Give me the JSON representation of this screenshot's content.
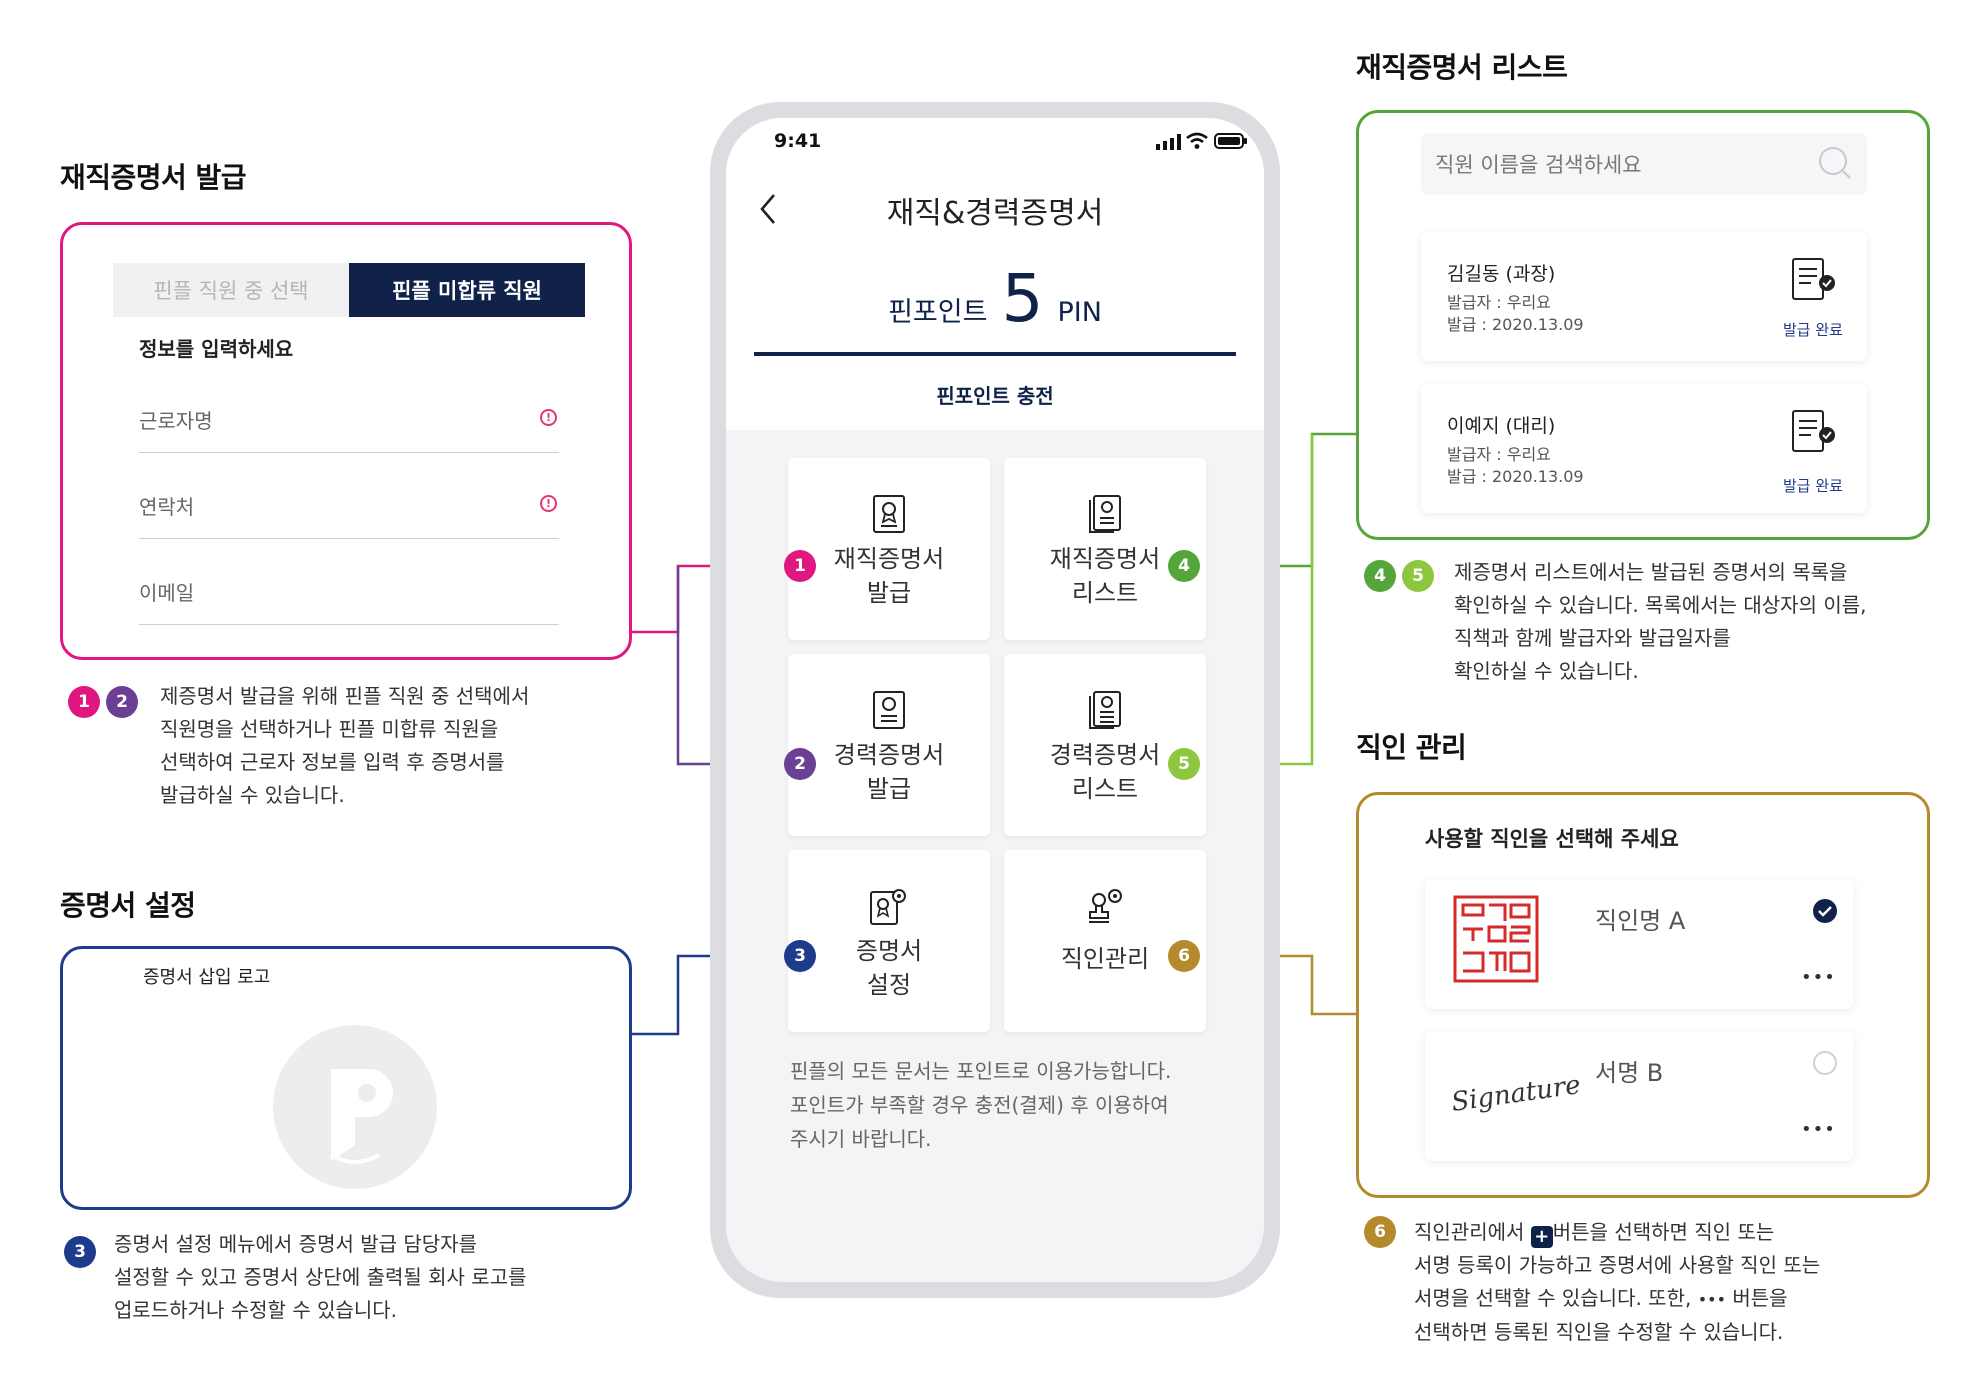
{
  "sections": {
    "issue": {
      "title": "재직증명서 발급",
      "tab_select": "핀플 직원 중 선택",
      "tab_unjoined": "핀플 미합류 직원",
      "prompt": "정보를 입력하세요",
      "field_name": "근로자명",
      "field_phone": "연락처",
      "field_email": "이메일",
      "warn_glyph": "!",
      "badges": [
        "1",
        "2"
      ],
      "desc": [
        "제증명서 발급을 위해 핀플 직원 중 선택에서",
        "직원명을 선택하거나 핀플 미합류 직원을",
        "선택하여 근로자 정보를 입력 후 증명서를",
        "발급하실 수 있습니다."
      ]
    },
    "settings": {
      "title": "증명서 설정",
      "logo_label": "증명서 삽입 로고",
      "badge": "3",
      "desc": [
        "증명서 설정 메뉴에서 증명서 발급 담당자를",
        "설정할 수 있고 증명서 상단에 출력될 회사 로고를",
        "업로드하거나 수정할 수 있습니다."
      ]
    },
    "list": {
      "title": "재직증명서 리스트",
      "search_placeholder": "직원 이름을 검색하세요",
      "items": [
        {
          "name": "김길동 (과장)",
          "issuer": "발급자 : 우리요",
          "date": "발급 : 2020.13.09",
          "status": "발급 완료"
        },
        {
          "name": "이예지 (대리)",
          "issuer": "발급자 : 우리요",
          "date": "발급 : 2020.13.09",
          "status": "발급 완료"
        }
      ],
      "badges": [
        "4",
        "5"
      ],
      "desc": [
        "제증명서 리스트에서는 발급된 증명서의  목록을",
        "확인하실 수 있습니다.  목록에서는 대상자의 이름,",
        "직책과 함께 발급자와 발급일자를",
        "확인하실 수 있습니다."
      ]
    },
    "seal": {
      "title": "직인 관리",
      "prompt": "사용할 직인을 선택해 주세요",
      "items": [
        {
          "name": "직인명 A",
          "selected": true
        },
        {
          "name": "서명 B",
          "selected": false
        }
      ],
      "signature_text": "Signature",
      "more": "•••",
      "badge": "6",
      "plus_glyph": "+",
      "desc_1a": "직인관리에서 ",
      "desc_1b": "버튼을 선택하면 직인 또는",
      "desc_2": "서명 등록이 가능하고 증명서에 사용할 직인 또는",
      "desc_3a": "서명을 선택할 수 있습니다. 또한, ",
      "desc_3b": " 버튼을",
      "desc_4": "선택하면 등록된 직인을 수정할 수 있습니다."
    }
  },
  "phone": {
    "time": "9:41",
    "title": "재직&경력증명서",
    "points_label": "핀포인트",
    "points_value": "5",
    "points_unit": "PIN",
    "charge": "핀포인트 충전",
    "tiles": [
      {
        "label": "재직증명서\n발급",
        "badge": "1"
      },
      {
        "label": "재직증명서\n리스트",
        "badge": "4"
      },
      {
        "label": "경력증명서\n발급",
        "badge": "2"
      },
      {
        "label": "경력증명서\n리스트",
        "badge": "5"
      },
      {
        "label": "증명서\n설정",
        "badge": "3"
      },
      {
        "label": "직인관리",
        "badge": "6"
      }
    ],
    "notice": [
      "핀플의 모든 문서는 포인트로 이용가능합니다.",
      "포인트가 부족할 경우 충전(결제) 후 이용하여",
      "주시기 바랍니다."
    ]
  },
  "colors": {
    "pink": "#e0177f",
    "purple": "#6a3f94",
    "navy": "#1f3c8c",
    "green": "#55a63a",
    "lime": "#8dc63f",
    "gold": "#b58a2c",
    "dark_navy": "#10224a"
  }
}
